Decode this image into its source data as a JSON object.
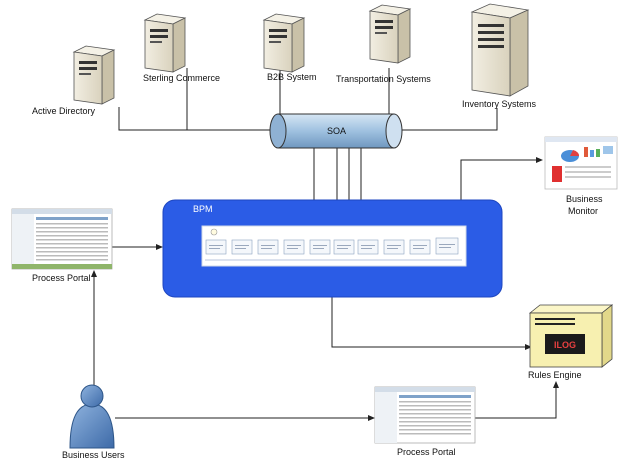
{
  "nodes": {
    "active_directory": "Active Directory",
    "sterling_commerce": "Sterling Commerce",
    "b2b_system": "B2B System",
    "transportation_systems": "Transportation Systems",
    "inventory_systems": "Inventory Systems",
    "soa": "SOA",
    "bpm": "BPM",
    "business_monitor_line1": "Business",
    "business_monitor_line2": "Monitor",
    "process_portal_left": "Process Portal",
    "process_portal_bottom": "Process Portal",
    "rules_engine": "Rules Engine",
    "rules_engine_logo": "ILOG",
    "business_users": "Business Users"
  },
  "colors": {
    "bpm_blue": "#2b5ce6",
    "soa_pipe": "#a9c9e6",
    "server_body": "#e8e3d3",
    "user_blue": "#5a89c4",
    "rules_box": "#f7f0b0"
  },
  "icons": {
    "server": "server-icon",
    "user": "user-icon",
    "portal": "portal-screenshot",
    "monitor": "dashboard-screenshot",
    "rules": "rules-engine-box"
  }
}
